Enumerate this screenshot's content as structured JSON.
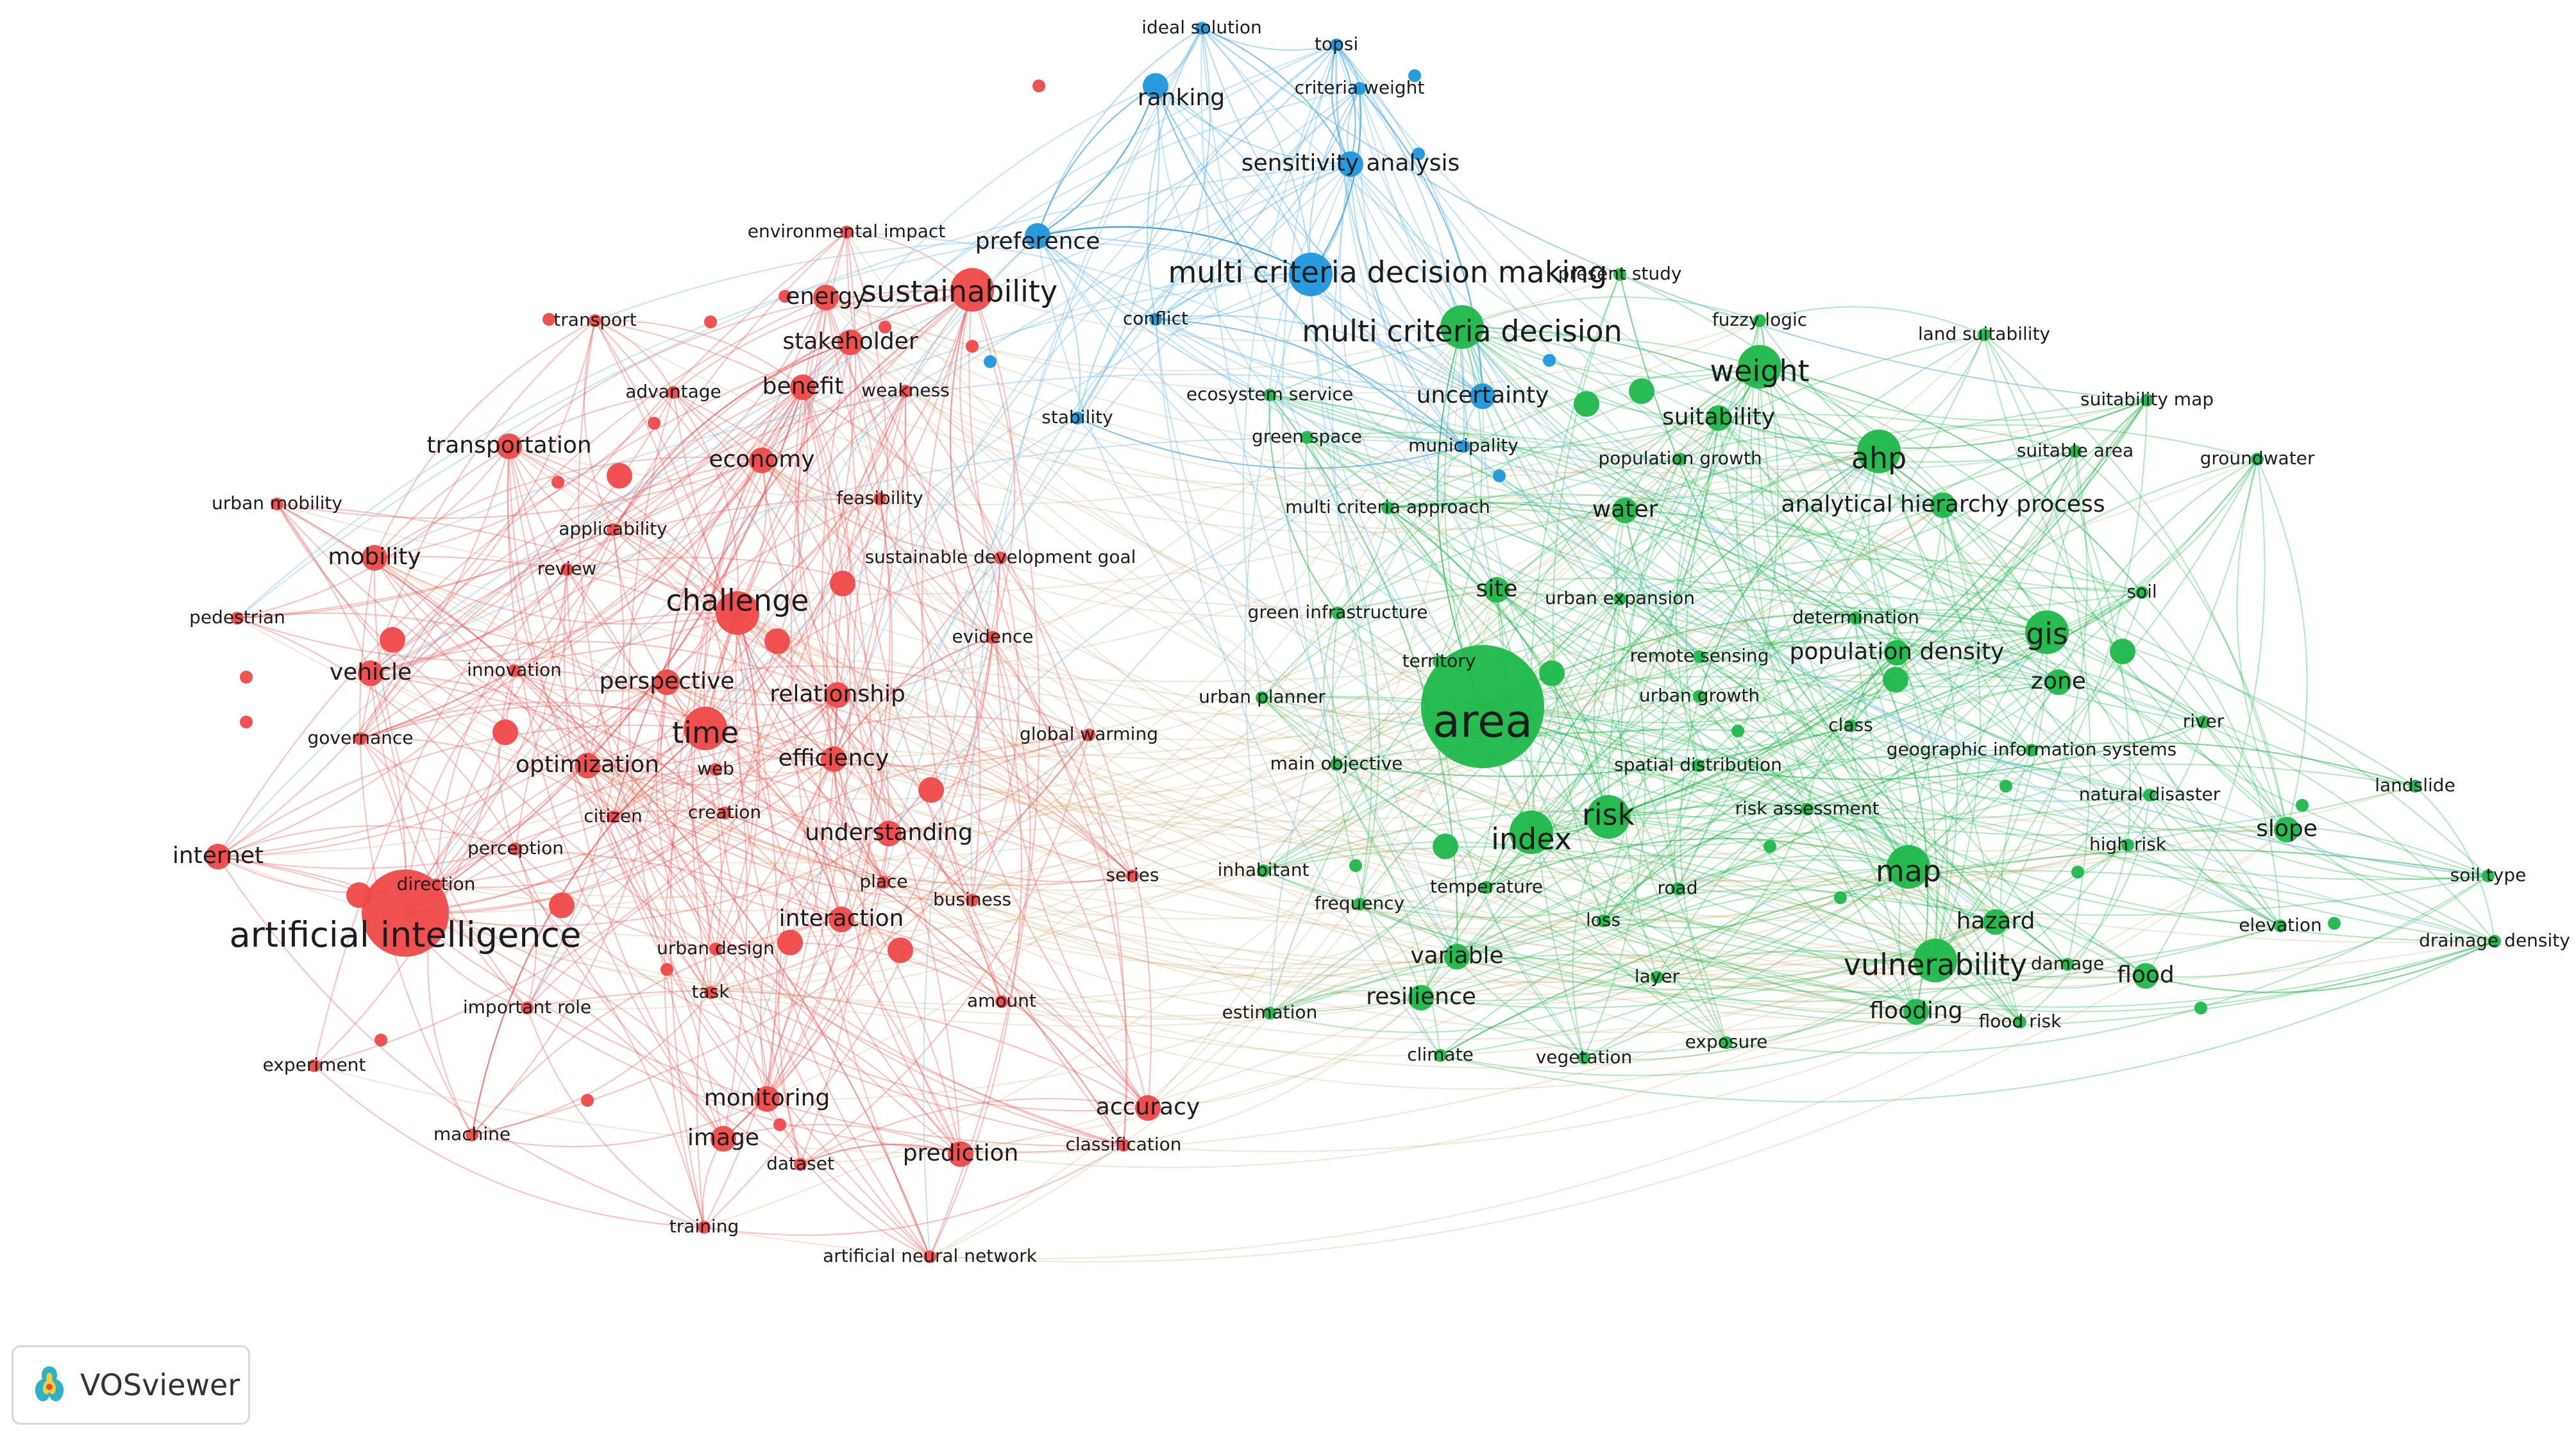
{
  "brand": {
    "name": "VOSviewer",
    "icon": "vosviewer-logo-icon"
  },
  "colors": {
    "red": "#ef4848",
    "green": "#1db84a",
    "blue": "#1f96dc"
  },
  "nodes": [
    {
      "id": "artificial intelligence",
      "c": "red",
      "s": 4
    },
    {
      "id": "challenge",
      "c": "red",
      "s": 3
    },
    {
      "id": "sustainability",
      "c": "red",
      "s": 3
    },
    {
      "id": "stakeholder",
      "c": "red",
      "s": 2
    },
    {
      "id": "benefit",
      "c": "red",
      "s": 2
    },
    {
      "id": "energy",
      "c": "red",
      "s": 2
    },
    {
      "id": "weakness",
      "c": "red",
      "s": 1
    },
    {
      "id": "transport",
      "c": "red",
      "s": 1
    },
    {
      "id": "advantage",
      "c": "red",
      "s": 1
    },
    {
      "id": "transportation",
      "c": "red",
      "s": 2
    },
    {
      "id": "economy",
      "c": "red",
      "s": 2
    },
    {
      "id": "feasibility",
      "c": "red",
      "s": 1
    },
    {
      "id": "applicability",
      "c": "red",
      "s": 1
    },
    {
      "id": "urban mobility",
      "c": "red",
      "s": 1
    },
    {
      "id": "mobility",
      "c": "red",
      "s": 2
    },
    {
      "id": "review",
      "c": "red",
      "s": 1
    },
    {
      "id": "pedestrian",
      "c": "red",
      "s": 1
    },
    {
      "id": "sustainable development goal",
      "c": "red",
      "s": 1
    },
    {
      "id": "evidence",
      "c": "red",
      "s": 1
    },
    {
      "id": "vehicle",
      "c": "red",
      "s": 2
    },
    {
      "id": "innovation",
      "c": "red",
      "s": 1
    },
    {
      "id": "perspective",
      "c": "red",
      "s": 2
    },
    {
      "id": "relationship",
      "c": "red",
      "s": 2
    },
    {
      "id": "governance",
      "c": "red",
      "s": 1
    },
    {
      "id": "time",
      "c": "red",
      "s": 3
    },
    {
      "id": "optimization",
      "c": "red",
      "s": 2
    },
    {
      "id": "efficiency",
      "c": "red",
      "s": 2
    },
    {
      "id": "web",
      "c": "red",
      "s": 1
    },
    {
      "id": "global warming",
      "c": "red",
      "s": 1
    },
    {
      "id": "citizen",
      "c": "red",
      "s": 1
    },
    {
      "id": "creation",
      "c": "red",
      "s": 1
    },
    {
      "id": "understanding",
      "c": "red",
      "s": 2
    },
    {
      "id": "internet",
      "c": "red",
      "s": 2
    },
    {
      "id": "perception",
      "c": "red",
      "s": 1
    },
    {
      "id": "place",
      "c": "red",
      "s": 1
    },
    {
      "id": "direction",
      "c": "red",
      "s": 1
    },
    {
      "id": "series",
      "c": "red",
      "s": 1
    },
    {
      "id": "business",
      "c": "red",
      "s": 1
    },
    {
      "id": "interaction",
      "c": "red",
      "s": 2
    },
    {
      "id": "urban design",
      "c": "red",
      "s": 1
    },
    {
      "id": "task",
      "c": "red",
      "s": 1
    },
    {
      "id": "amount",
      "c": "red",
      "s": 1
    },
    {
      "id": "important role",
      "c": "red",
      "s": 1
    },
    {
      "id": "experiment",
      "c": "red",
      "s": 1
    },
    {
      "id": "monitoring",
      "c": "red",
      "s": 2
    },
    {
      "id": "accuracy",
      "c": "red",
      "s": 2
    },
    {
      "id": "image",
      "c": "red",
      "s": 2
    },
    {
      "id": "classification",
      "c": "red",
      "s": 1
    },
    {
      "id": "machine",
      "c": "red",
      "s": 1
    },
    {
      "id": "dataset",
      "c": "red",
      "s": 1
    },
    {
      "id": "prediction",
      "c": "red",
      "s": 2
    },
    {
      "id": "training",
      "c": "red",
      "s": 1
    },
    {
      "id": "artificial neural network",
      "c": "red",
      "s": 1
    },
    {
      "id": "environmental impact",
      "c": "red",
      "s": 1
    },
    {
      "id": "ideal solution",
      "c": "blue",
      "s": 1
    },
    {
      "id": "topsi",
      "c": "blue",
      "s": 1
    },
    {
      "id": "criteria weight",
      "c": "blue",
      "s": 1
    },
    {
      "id": "ranking",
      "c": "blue",
      "s": 2
    },
    {
      "id": "sensitivity analysis",
      "c": "blue",
      "s": 2
    },
    {
      "id": "preference",
      "c": "blue",
      "s": 2
    },
    {
      "id": "multi criteria decision making",
      "c": "blue",
      "s": 3
    },
    {
      "id": "conflict",
      "c": "blue",
      "s": 1
    },
    {
      "id": "uncertainty",
      "c": "blue",
      "s": 2
    },
    {
      "id": "stability",
      "c": "blue",
      "s": 1
    },
    {
      "id": "municipality",
      "c": "blue",
      "s": 1
    },
    {
      "id": "area",
      "c": "green",
      "s": 5
    },
    {
      "id": "multi criteria decision",
      "c": "green",
      "s": 3
    },
    {
      "id": "present study",
      "c": "green",
      "s": 1
    },
    {
      "id": "fuzzy logic",
      "c": "green",
      "s": 1
    },
    {
      "id": "land suitability",
      "c": "green",
      "s": 1
    },
    {
      "id": "weight",
      "c": "green",
      "s": 3
    },
    {
      "id": "suitability",
      "c": "green",
      "s": 2
    },
    {
      "id": "ecosystem service",
      "c": "green",
      "s": 1
    },
    {
      "id": "green space",
      "c": "green",
      "s": 1
    },
    {
      "id": "suitability map",
      "c": "green",
      "s": 1
    },
    {
      "id": "suitable area",
      "c": "green",
      "s": 1
    },
    {
      "id": "groundwater",
      "c": "green",
      "s": 1
    },
    {
      "id": "population growth",
      "c": "green",
      "s": 1
    },
    {
      "id": "ahp",
      "c": "green",
      "s": 3
    },
    {
      "id": "analytical hierarchy process",
      "c": "green",
      "s": 2
    },
    {
      "id": "multi criteria approach",
      "c": "green",
      "s": 1
    },
    {
      "id": "water",
      "c": "green",
      "s": 2
    },
    {
      "id": "site",
      "c": "green",
      "s": 2
    },
    {
      "id": "urban expansion",
      "c": "green",
      "s": 1
    },
    {
      "id": "soil",
      "c": "green",
      "s": 1
    },
    {
      "id": "green infrastructure",
      "c": "green",
      "s": 1
    },
    {
      "id": "determination",
      "c": "green",
      "s": 1
    },
    {
      "id": "gis",
      "c": "green",
      "s": 3
    },
    {
      "id": "territory",
      "c": "green",
      "s": 1
    },
    {
      "id": "remote sensing",
      "c": "green",
      "s": 1
    },
    {
      "id": "population density",
      "c": "green",
      "s": 2
    },
    {
      "id": "urban planner",
      "c": "green",
      "s": 1
    },
    {
      "id": "zone",
      "c": "green",
      "s": 2
    },
    {
      "id": "urban growth",
      "c": "green",
      "s": 1
    },
    {
      "id": "class",
      "c": "green",
      "s": 1
    },
    {
      "id": "river",
      "c": "green",
      "s": 1
    },
    {
      "id": "geographic information systems",
      "c": "green",
      "s": 1
    },
    {
      "id": "main objective",
      "c": "green",
      "s": 1
    },
    {
      "id": "spatial distribution",
      "c": "green",
      "s": 1
    },
    {
      "id": "landslide",
      "c": "green",
      "s": 1
    },
    {
      "id": "risk assessment",
      "c": "green",
      "s": 1
    },
    {
      "id": "natural disaster",
      "c": "green",
      "s": 1
    },
    {
      "id": "risk",
      "c": "green",
      "s": 3
    },
    {
      "id": "slope",
      "c": "green",
      "s": 2
    },
    {
      "id": "index",
      "c": "green",
      "s": 3
    },
    {
      "id": "high risk",
      "c": "green",
      "s": 1
    },
    {
      "id": "inhabitant",
      "c": "green",
      "s": 1
    },
    {
      "id": "map",
      "c": "green",
      "s": 3
    },
    {
      "id": "soil type",
      "c": "green",
      "s": 1
    },
    {
      "id": "road",
      "c": "green",
      "s": 1
    },
    {
      "id": "temperature",
      "c": "green",
      "s": 1
    },
    {
      "id": "frequency",
      "c": "green",
      "s": 1
    },
    {
      "id": "loss",
      "c": "green",
      "s": 1
    },
    {
      "id": "hazard",
      "c": "green",
      "s": 2
    },
    {
      "id": "elevation",
      "c": "green",
      "s": 1
    },
    {
      "id": "drainage density",
      "c": "green",
      "s": 1
    },
    {
      "id": "variable",
      "c": "green",
      "s": 2
    },
    {
      "id": "vulnerability",
      "c": "green",
      "s": 3
    },
    {
      "id": "damage",
      "c": "green",
      "s": 1
    },
    {
      "id": "layer",
      "c": "green",
      "s": 1
    },
    {
      "id": "flood",
      "c": "green",
      "s": 2
    },
    {
      "id": "resilience",
      "c": "green",
      "s": 2
    },
    {
      "id": "flooding",
      "c": "green",
      "s": 2
    },
    {
      "id": "estimation",
      "c": "green",
      "s": 1
    },
    {
      "id": "flood risk",
      "c": "green",
      "s": 1
    },
    {
      "id": "exposure",
      "c": "green",
      "s": 1
    },
    {
      "id": "climate",
      "c": "green",
      "s": 1
    },
    {
      "id": "vegetation",
      "c": "green",
      "s": 1
    }
  ]
}
